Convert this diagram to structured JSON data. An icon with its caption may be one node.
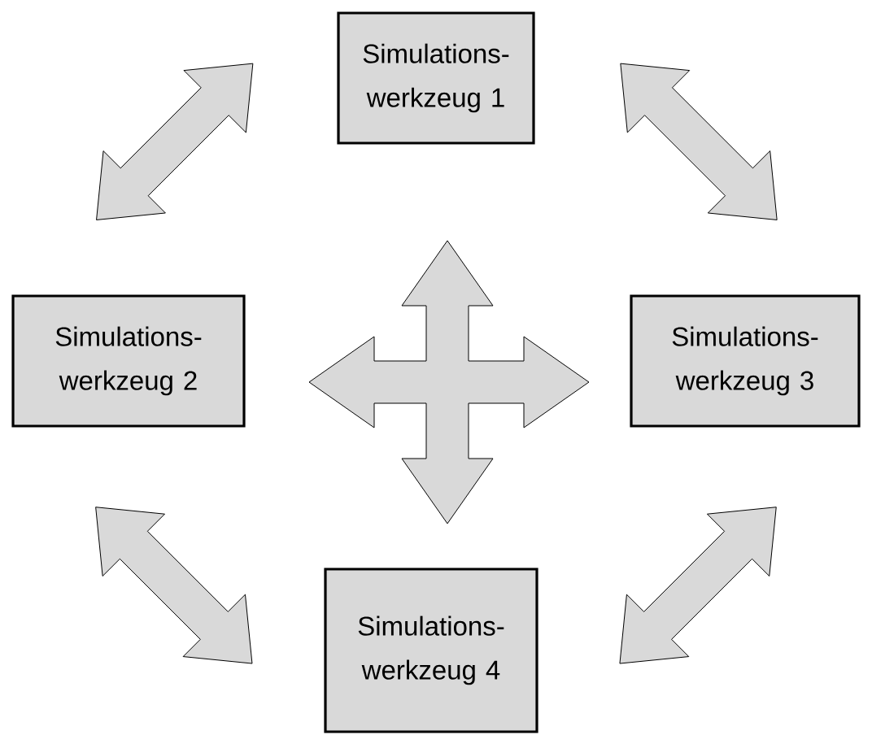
{
  "diagram": {
    "nodes": [
      {
        "text": [
          "Simulations- werkzeug 1"
        ]
      },
      {
        "text": [
          "Simulations- werkzeug 2"
        ]
      },
      {
        "text": [
          "Simulations- werkzeug 3"
        ]
      },
      {
        "text": [
          "Simulations- werkzeug 4"
        ]
      }
    ],
    "edges": [
      {
        "from": 1,
        "to": 0,
        "arrow": "both"
      },
      {
        "from": 0,
        "to": 2,
        "arrow": "both"
      },
      {
        "from": 1,
        "to": 3,
        "arrow": "both"
      },
      {
        "from": 2,
        "to": 3,
        "arrow": "both"
      },
      {
        "from": 0,
        "to": 3,
        "arrow": "both"
      },
      {
        "from": 1,
        "to": 2,
        "arrow": "both"
      }
    ]
  }
}
